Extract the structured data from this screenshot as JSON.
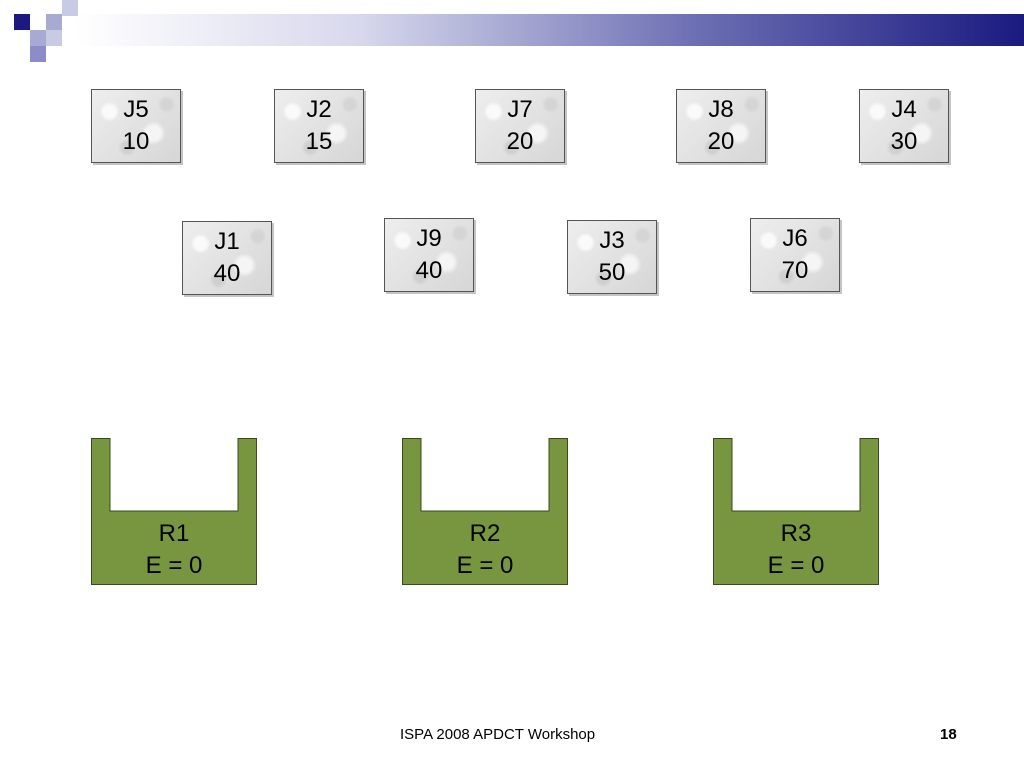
{
  "jobs": [
    {
      "id": "J5",
      "value": "10"
    },
    {
      "id": "J2",
      "value": "15"
    },
    {
      "id": "J7",
      "value": "20"
    },
    {
      "id": "J8",
      "value": "20"
    },
    {
      "id": "J4",
      "value": "30"
    },
    {
      "id": "J1",
      "value": "40"
    },
    {
      "id": "J9",
      "value": "40"
    },
    {
      "id": "J3",
      "value": "50"
    },
    {
      "id": "J6",
      "value": "70"
    }
  ],
  "machines": [
    {
      "name": "R1",
      "energy": "E = 0"
    },
    {
      "name": "R2",
      "energy": "E = 0"
    },
    {
      "name": "R3",
      "energy": "E = 0"
    }
  ],
  "footer": {
    "text": "ISPA 2008 APDCT Workshop",
    "page": "18"
  },
  "colors": {
    "machine_fill": "#77963f",
    "machine_stroke": "#3a4a1e",
    "header_dark": "#1a1a80",
    "decor_square": "#1a1a80",
    "decor_square_light": "#a9aad4"
  }
}
